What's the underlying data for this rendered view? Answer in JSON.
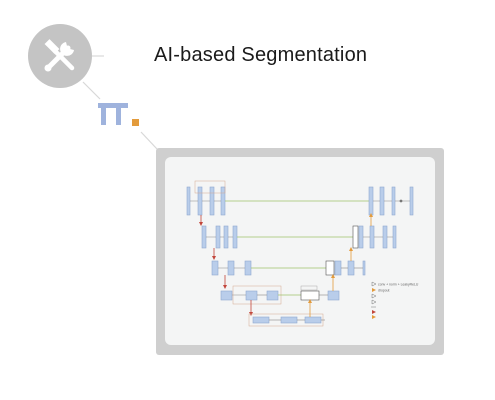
{
  "header": {
    "title": "AI-based Segmentation"
  },
  "icons": {
    "tool_icon": "hammer-wrench-icon",
    "logo": "pi-logo-icon"
  },
  "colors": {
    "circle_bg": "#c4c4c4",
    "logo_blue": "#9fb3dd",
    "logo_orange": "#e39b3c",
    "frame_bg": "#cfcfcf",
    "block_blue": "#b9cdea",
    "skip_green": "#9fc06a",
    "arrow_red": "#c2463b"
  },
  "diagram": {
    "type": "u-net-architecture",
    "legend": [
      "conv + norm + LeakyReLU",
      "dropout",
      "",
      "",
      "",
      "",
      ""
    ]
  }
}
